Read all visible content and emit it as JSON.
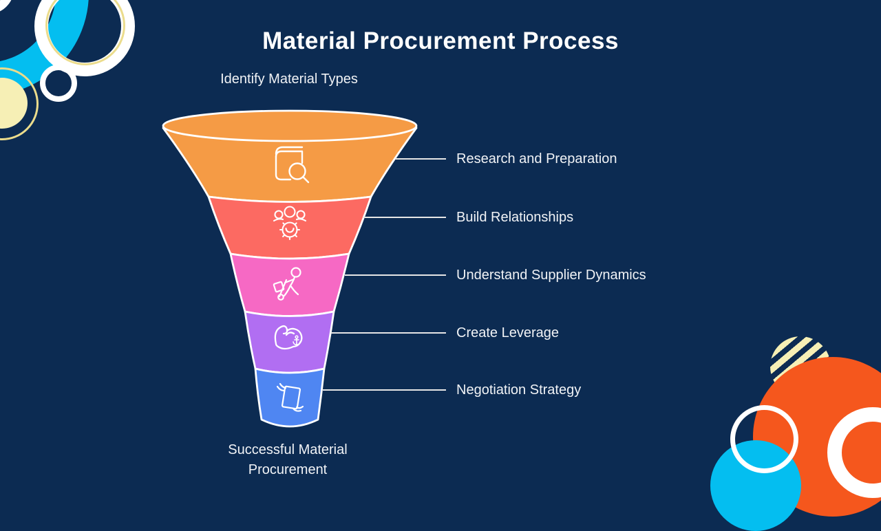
{
  "title": "Material Procurement Process",
  "funnel": {
    "top_label": "Identify Material Types",
    "bottom_label": "Successful Material Procurement",
    "stages": [
      {
        "label": "Research and Preparation",
        "color": "#F59B45",
        "icon": "book-search-icon"
      },
      {
        "label": "Build Relationships",
        "color": "#FC6A62",
        "icon": "team-gear-icon"
      },
      {
        "label": "Understand Supplier Dynamics",
        "color": "#F669C4",
        "icon": "supplier-cart-icon"
      },
      {
        "label": "Create Leverage",
        "color": "#B16EF2",
        "icon": "bicep-anchor-icon"
      },
      {
        "label": "Negotiation Strategy",
        "color": "#4F86F2",
        "icon": "contract-hands-icon"
      }
    ]
  },
  "colors": {
    "background": "#0C2B52",
    "accent_cyan": "#04BEF0",
    "accent_orange": "#F5571D",
    "accent_pale_yellow": "#F6EFB5",
    "ring_yellow": "#EBDC8C",
    "connector_line": "#E6E6E6",
    "outline_white": "#FFFFFF"
  }
}
